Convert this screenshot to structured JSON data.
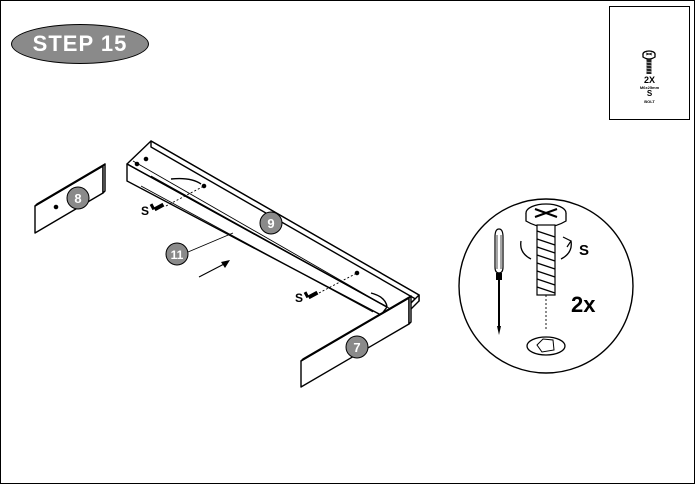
{
  "step": {
    "label": "STEP 15"
  },
  "parts_box": {
    "quantity": "2X",
    "size": "M6x25mm",
    "code": "S",
    "type": "BOLT"
  },
  "callouts": {
    "part_8": "8",
    "part_9": "9",
    "part_11": "11",
    "part_7": "7",
    "screw_left": "S",
    "screw_right": "S"
  },
  "detail": {
    "screw_code": "S",
    "multiplier": "2x"
  }
}
